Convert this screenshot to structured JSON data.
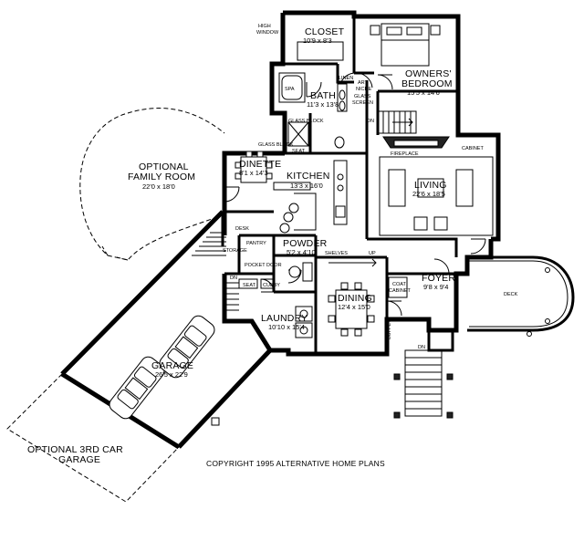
{
  "rooms": {
    "closet": {
      "name": "CLOSET",
      "dim": "10'9 x 8'3"
    },
    "owners": {
      "name1": "OWNERS'",
      "name2": "BEDROOM",
      "dim": "15'5 x 14'6"
    },
    "bath": {
      "name": "BATH",
      "dim": "11'3 x 13'8"
    },
    "family": {
      "name1": "OPTIONAL",
      "name2": "FAMILY ROOM",
      "dim": "22'0 x 18'0"
    },
    "dinette": {
      "name": "DINETTE",
      "dim": "8'1 x 14'3"
    },
    "kitchen": {
      "name": "KITCHEN",
      "dim": "13'3 x 16'0"
    },
    "living": {
      "name": "LIVING",
      "dim": "22'6 x 18'5"
    },
    "powder": {
      "name": "POWDER",
      "dim": "5'2 x 4'10"
    },
    "dining": {
      "name": "DINING",
      "dim": "12'4 x 15'0"
    },
    "foyer": {
      "name": "FOYER",
      "dim": "9'8 x 9'4"
    },
    "laundry": {
      "name": "LAUNDRY",
      "dim": "10'10 x 15'4"
    },
    "garage": {
      "name": "GARAGE",
      "dim": "26'5 x 22'9"
    },
    "optional_3rd": {
      "name1": "OPTIONAL 3RD CAR",
      "name2": "GARAGE"
    },
    "deck": {
      "name": "DECK"
    }
  },
  "labels": {
    "high_window": [
      "HIGH",
      "WINDOW"
    ],
    "spa": "SPA",
    "linen": "LINEN",
    "art_niche": [
      "ART",
      "NICHE"
    ],
    "glass_screen": [
      "GLASS",
      "SCREEN"
    ],
    "glass_block_bath": "GLASS BLOCK",
    "glass_block_dinette": "GLASS BLOCK",
    "seat_bath": "SEAT",
    "dn_stair_upper": "DN",
    "fireplace": "FIREPLACE",
    "cabinet": "CABINET",
    "desk": "DESK",
    "storage": "STORAGE",
    "pantry": "PANTRY",
    "pocket_door": "POCKET DOOR",
    "shelves": "SHELVES",
    "up": "UP",
    "dn_garage_stair": "DN",
    "seat_laundry": "SEAT",
    "cubby": "CUBBY",
    "coat_cabinet": [
      "COAT",
      "CABINET"
    ],
    "buffet": "BUFFET",
    "dn_front": "DN"
  },
  "copyright": "COPYRIGHT 1995 ALTERNATIVE HOME PLANS"
}
